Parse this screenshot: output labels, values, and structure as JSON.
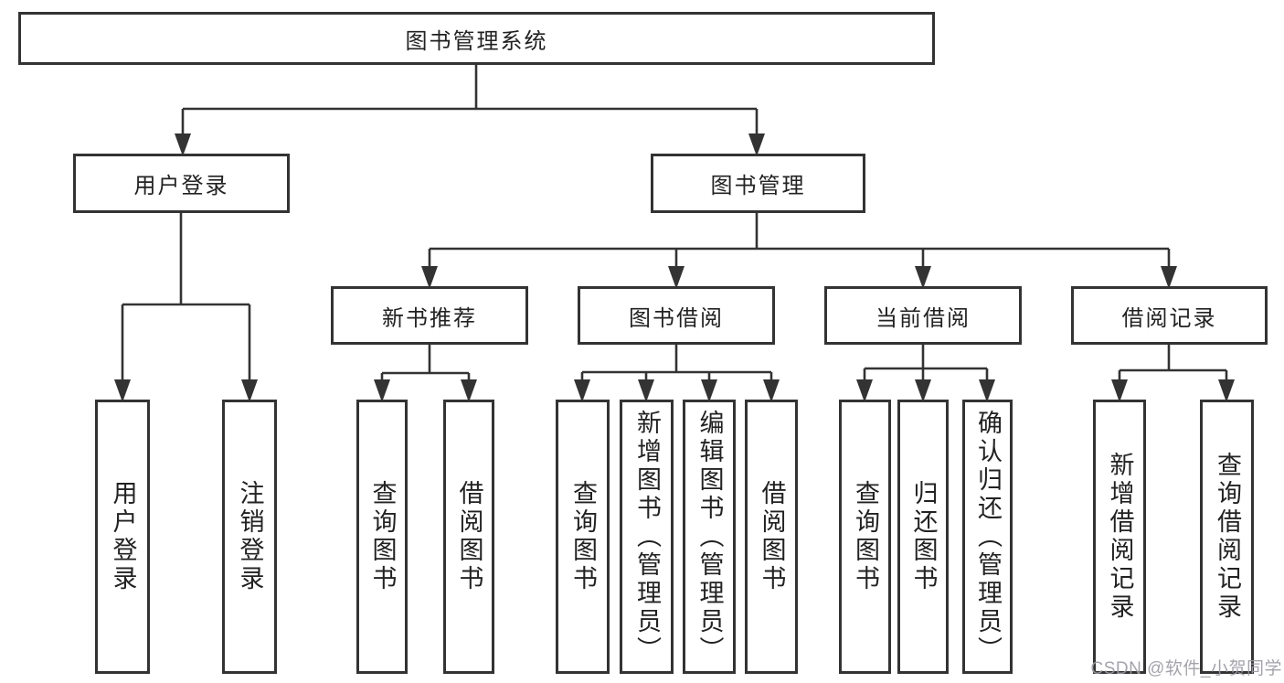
{
  "colors": {
    "line": "#333333",
    "box_border": "#333333",
    "box_fill": "#ffffff",
    "text": "#222222",
    "watermark": "#9a9aa2",
    "background": "#ffffff"
  },
  "watermark": {
    "text": "CSDN @软件_小贺同学"
  },
  "tree": {
    "root": {
      "label": "图书管理系统"
    },
    "children": [
      {
        "label": "用户登录",
        "children": [
          {
            "label": "用户登录"
          },
          {
            "label": "注销登录"
          }
        ]
      },
      {
        "label": "图书管理",
        "children": [
          {
            "label": "新书推荐",
            "children": [
              {
                "label": "查询图书"
              },
              {
                "label": "借阅图书"
              }
            ]
          },
          {
            "label": "图书借阅",
            "children": [
              {
                "label": "查询图书"
              },
              {
                "label": "新增图书（管理员）"
              },
              {
                "label": "编辑图书（管理员）"
              },
              {
                "label": "借阅图书"
              }
            ]
          },
          {
            "label": "当前借阅",
            "children": [
              {
                "label": "查询图书"
              },
              {
                "label": "归还图书"
              },
              {
                "label": "确认归还（管理员）"
              }
            ]
          },
          {
            "label": "借阅记录",
            "children": [
              {
                "label": "新增借阅记录"
              },
              {
                "label": "查询借阅记录"
              }
            ]
          }
        ]
      }
    ]
  }
}
